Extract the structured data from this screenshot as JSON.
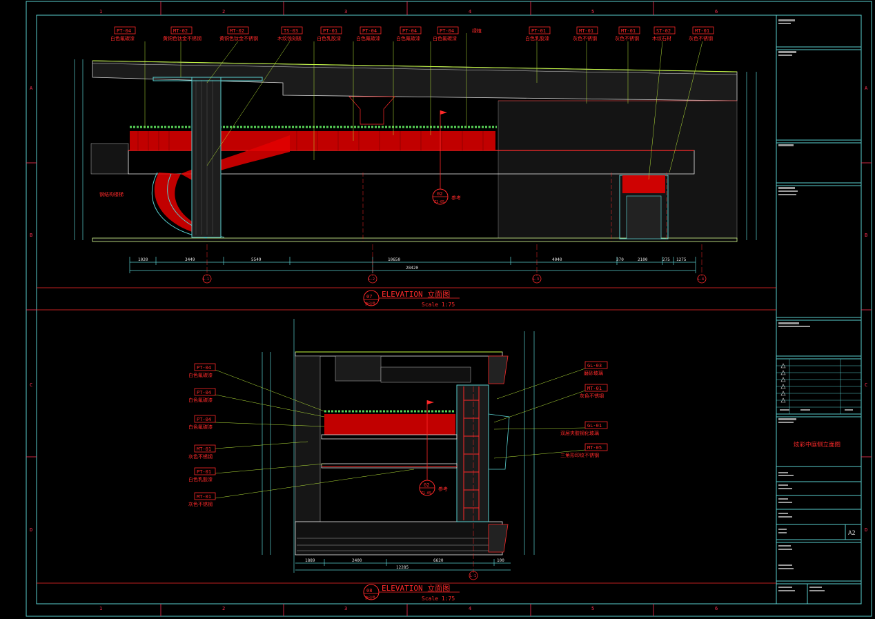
{
  "grid": {
    "columns": [
      "1",
      "2",
      "3",
      "4",
      "5",
      "6"
    ],
    "rows": [
      "A",
      "B",
      "C",
      "D"
    ]
  },
  "elevation_top": {
    "tags": [
      {
        "code": "PT-04",
        "desc": "白色氟碳漆"
      },
      {
        "code": "MT-02",
        "desc": "黄铜色钛金不锈钢"
      },
      {
        "code": "MT-02",
        "desc": "黄铜色钛金不锈钢"
      },
      {
        "code": "TS-03",
        "desc": "木纹蚀刻板"
      },
      {
        "code": "PT-01",
        "desc": "白色乳胶漆"
      },
      {
        "code": "PT-04",
        "desc": "白色氟碳漆"
      },
      {
        "code": "PT-04",
        "desc": "白色氟碳漆"
      },
      {
        "code": "PT-04",
        "desc": "白色氟碳漆"
      },
      {
        "code": "PT-01",
        "desc": "白色乳胶漆"
      },
      {
        "code": "MT-01",
        "desc": "灰色不锈钢"
      },
      {
        "code": "MT-01",
        "desc": "灰色不锈钢"
      },
      {
        "code": "ST-02",
        "desc": "木纹石材"
      },
      {
        "code": "MT-01",
        "desc": "灰色不锈钢"
      }
    ],
    "extra_note": "绿植",
    "spiral_note": "钢结构楼梯",
    "ref_code": "02",
    "ref_sub": "Z1-05",
    "ref_note": "参考",
    "bottom_dims": [
      "1020",
      "3449",
      "5549",
      "10650",
      "4040",
      "370",
      "2100",
      "275",
      "1275"
    ],
    "total_dim": "28420",
    "axes": [
      "L-1",
      "L-2",
      "L-3",
      "L-4"
    ],
    "label_num": "07",
    "label_sub": "索引号",
    "label_title": "ELEVATION 立面图",
    "label_scale": "Scale 1:75"
  },
  "elevation_bottom": {
    "left_tags": [
      {
        "code": "PT-04",
        "desc": "白色氟碳漆"
      },
      {
        "code": "PT-04",
        "desc": "白色氟碳漆"
      },
      {
        "code": "PT-04",
        "desc": "白色氟碳漆"
      },
      {
        "code": "MT-01",
        "desc": "灰色不锈钢"
      },
      {
        "code": "PT-01",
        "desc": "白色乳胶漆"
      },
      {
        "code": "MT-01",
        "desc": "灰色不锈钢"
      }
    ],
    "right_tags": [
      {
        "code": "GL-03",
        "desc": "磨砂玻璃"
      },
      {
        "code": "MT-01",
        "desc": "灰色不锈钢"
      },
      {
        "code": "GL-01",
        "desc": "双层夹胶钢化玻璃"
      },
      {
        "code": "MT-05",
        "desc": "三角形印纹不锈钢"
      }
    ],
    "bottom_dims": [
      "1889",
      "2400",
      "6620",
      "100"
    ],
    "total_dim": "12285",
    "axis": "L-1",
    "ref_code": "02",
    "ref_sub": "Z1-05",
    "ref_note": "参考",
    "label_num": "08",
    "label_sub": "索引号",
    "label_title": "ELEVATION 立面图",
    "label_scale": "Scale 1:75"
  },
  "title_block": {
    "drawing_title": "炫彩中庭侧立面图",
    "sheet_size": "A2"
  }
}
